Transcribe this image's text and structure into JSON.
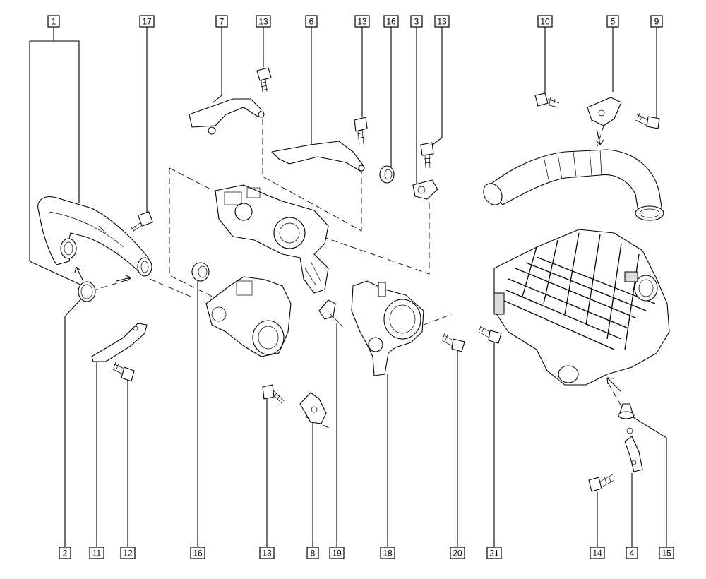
{
  "callouts": [
    {
      "id": "c1",
      "label": "1"
    },
    {
      "id": "c17",
      "label": "17"
    },
    {
      "id": "c7",
      "label": "7"
    },
    {
      "id": "c13a",
      "label": "13"
    },
    {
      "id": "c6",
      "label": "6"
    },
    {
      "id": "c13b",
      "label": "13"
    },
    {
      "id": "c16a",
      "label": "16"
    },
    {
      "id": "c3",
      "label": "3"
    },
    {
      "id": "c13c",
      "label": "13"
    },
    {
      "id": "c10",
      "label": "10"
    },
    {
      "id": "c5",
      "label": "5"
    },
    {
      "id": "c9",
      "label": "9"
    },
    {
      "id": "c2",
      "label": "2"
    },
    {
      "id": "c11",
      "label": "11"
    },
    {
      "id": "c12",
      "label": "12"
    },
    {
      "id": "c16b",
      "label": "16"
    },
    {
      "id": "c13d",
      "label": "13"
    },
    {
      "id": "c8",
      "label": "8"
    },
    {
      "id": "c19",
      "label": "19"
    },
    {
      "id": "c18",
      "label": "18"
    },
    {
      "id": "c20",
      "label": "20"
    },
    {
      "id": "c21",
      "label": "21"
    },
    {
      "id": "c14",
      "label": "14"
    },
    {
      "id": "c4",
      "label": "4"
    },
    {
      "id": "c15",
      "label": "15"
    }
  ],
  "icons": {
    "pipe": "intake-pipe-icon",
    "valve": "egr-valve-icon",
    "throttle": "throttle-body-icon",
    "manifold": "intake-manifold-icon",
    "bolt": "bolt-icon",
    "bracket": "bracket-icon",
    "seal": "seal-icon"
  }
}
